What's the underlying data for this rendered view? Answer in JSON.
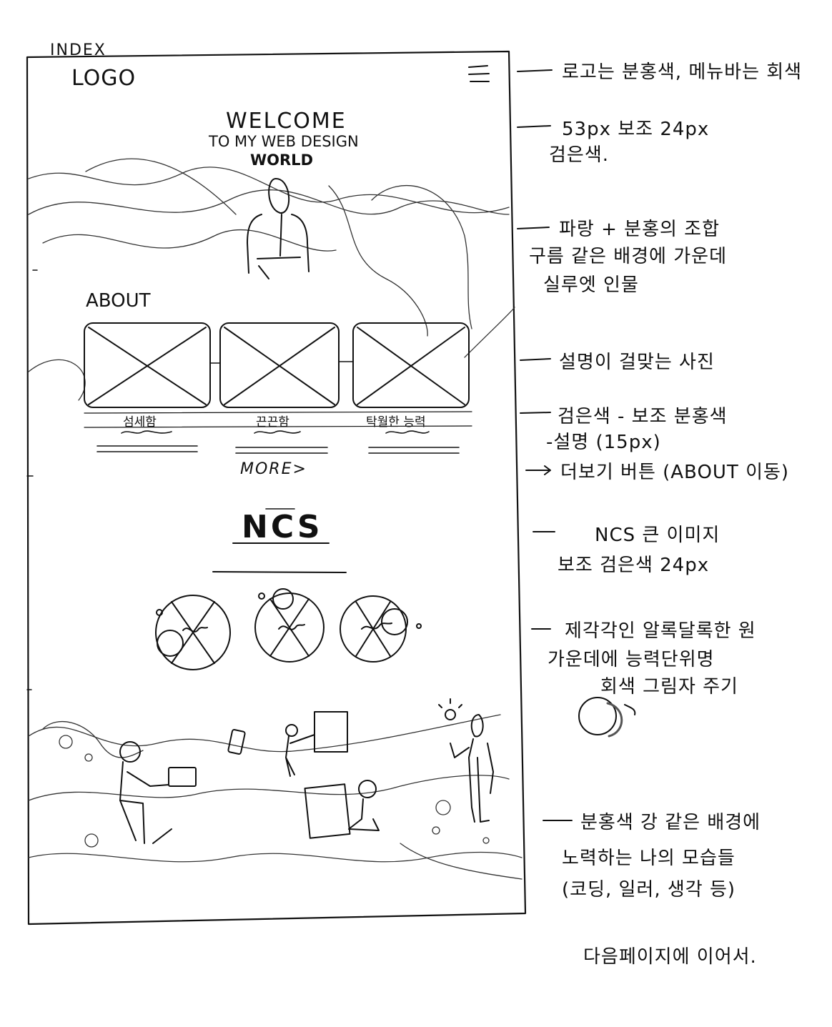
{
  "page_label": "INDEX",
  "header": {
    "logo": "LOGO",
    "menu_icon": "hamburger-icon"
  },
  "hero": {
    "title": "WELCOME",
    "subtitle_line1": "TO MY WEB DESIGN",
    "subtitle_line2": "WORLD"
  },
  "about": {
    "heading": "ABOUT",
    "cards": [
      {
        "caption": "섬세함"
      },
      {
        "caption": "끈끈함"
      },
      {
        "caption": "탁월한 능력"
      }
    ],
    "more_label": "MORE>"
  },
  "ncs": {
    "heading": "NCS"
  },
  "notes": [
    "로고는 분홍색, 메뉴바는 회색",
    "53px 보조 24px",
    "검은색.",
    "파랑 + 분홍의 조합",
    "구름 같은 배경에 가운데",
    "실루엣 인물",
    "설명이 걸맞는 사진",
    "검은색 - 보조 분홍색",
    "-설명 (15px)",
    "더보기 버튼 (ABOUT 이동)",
    "NCS 큰 이미지",
    "보조 검은색 24px",
    "제각각인 알록달록한 원",
    "가운데에 능력단위명",
    "회색 그림자 주기",
    "분홍색 강 같은 배경에",
    "노력하는 나의 모습들",
    "(코딩, 일러, 생각 등)",
    "다음페이지에 이어서."
  ],
  "colors": {
    "ink": "#111111",
    "paper": "#ffffff"
  }
}
